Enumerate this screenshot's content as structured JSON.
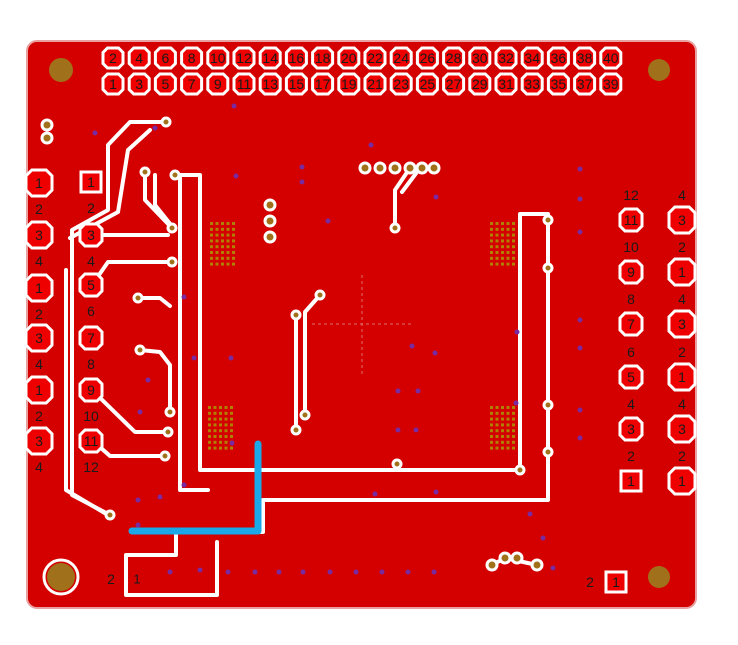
{
  "colors": {
    "board": "#d40000",
    "board_edge": "#e8a0a0",
    "trace": "#ffffff",
    "pad_fill": "#ee0000",
    "pad_label": "#1a1a1a",
    "hole": "#a0701a",
    "via": "#7a2aa0",
    "blue_trace": "#1aa8e8",
    "thermal": "#b08000"
  },
  "header": {
    "top_row": [
      "2",
      "4",
      "6",
      "8",
      "10",
      "12",
      "14",
      "16",
      "18",
      "20",
      "22",
      "24",
      "26",
      "28",
      "30",
      "32",
      "34",
      "36",
      "38",
      "40"
    ],
    "bottom_row": [
      "1",
      "3",
      "5",
      "7",
      "9",
      "11",
      "13",
      "15",
      "17",
      "19",
      "21",
      "23",
      "25",
      "27",
      "29",
      "31",
      "33",
      "35",
      "37",
      "39"
    ]
  },
  "left_outer_pads": [
    "1",
    "3",
    "1",
    "3",
    "1",
    "3"
  ],
  "left_outer_labels": [
    "2",
    "4",
    "2",
    "4",
    "2",
    "4"
  ],
  "left_inner_pads": [
    "1",
    "3",
    "5",
    "7",
    "9",
    "11"
  ],
  "left_inner_labels": [
    "2",
    "4",
    "6",
    "8",
    "10",
    "12"
  ],
  "right_inner_pads": [
    "11",
    "9",
    "7",
    "5",
    "3",
    "1"
  ],
  "right_inner_labels": [
    "12",
    "10",
    "8",
    "6",
    "4",
    "2"
  ],
  "right_outer_pads": [
    "3",
    "1",
    "3",
    "1",
    "3",
    "1"
  ],
  "right_outer_labels": [
    "4",
    "2",
    "4",
    "2",
    "4",
    "2"
  ],
  "bottom_labels": {
    "left_2": "2",
    "left_1": "1",
    "right_2": "2",
    "right_pad": "1"
  }
}
